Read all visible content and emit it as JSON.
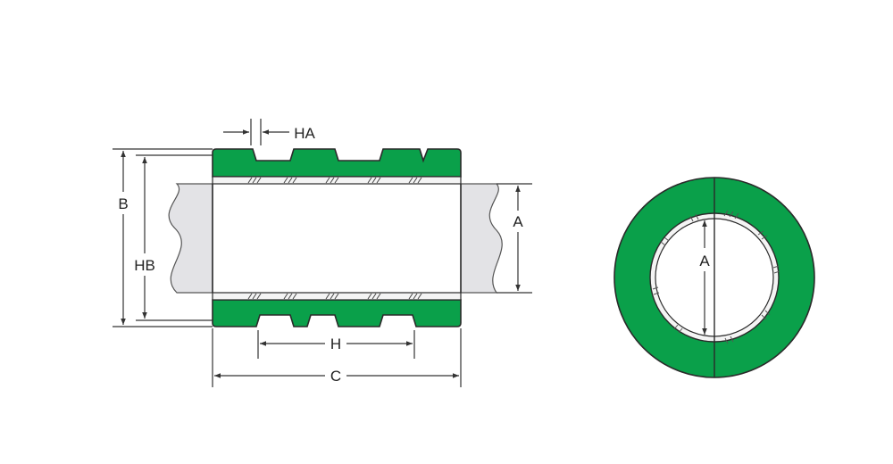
{
  "diagram": {
    "labels": {
      "ha": "HA",
      "b": "B",
      "hb": "HB",
      "a_side": "A",
      "h": "H",
      "c": "C",
      "a_end": "A"
    },
    "colors": {
      "bearing_green": "#0aa04a",
      "shaft_gray": "#e3e3e6",
      "outline": "#2a2a2a",
      "dimension_line": "#333333"
    }
  }
}
